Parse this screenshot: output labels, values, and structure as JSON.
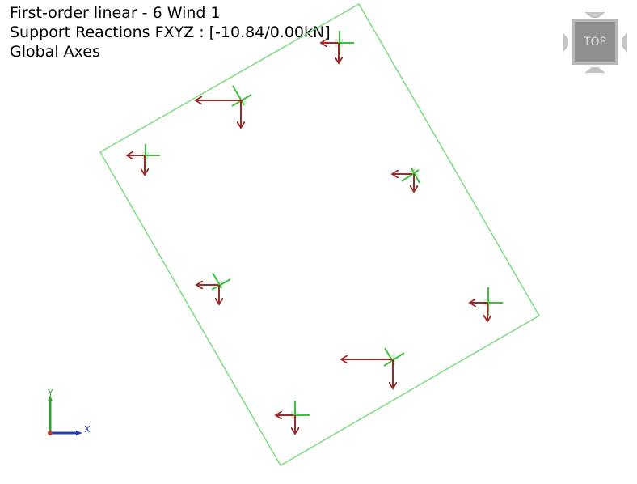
{
  "info": {
    "line1": "First-order linear - 6 Wind 1",
    "line2": "Support Reactions FXYZ : [-10.84/0.00kN]",
    "line3": "Global Axes"
  },
  "navcube": {
    "face_label": "TOP"
  },
  "axes": {
    "x_label": "X",
    "y_label": "Y"
  },
  "colors": {
    "outline": "#7ddc7d",
    "reaction_arrow": "#9b2a2a",
    "support_marker": "#3fbf3f",
    "axis_x": "#1f3fbf",
    "axis_y": "#2fa22f"
  }
}
